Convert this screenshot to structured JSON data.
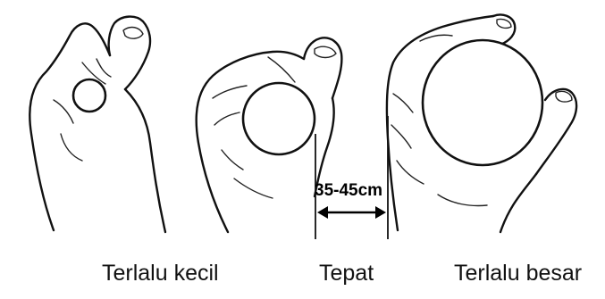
{
  "captions": {
    "left": "Terlalu kecil",
    "middle": "Tepat",
    "right": "Terlalu besar"
  },
  "measurement": {
    "label": "35-45cm"
  },
  "icons": {
    "left_hand": "hand-holding-small-ball",
    "middle_hand": "hand-holding-medium-ball",
    "right_hand": "hand-holding-large-ball",
    "dimension": "double-arrow-dimension"
  }
}
